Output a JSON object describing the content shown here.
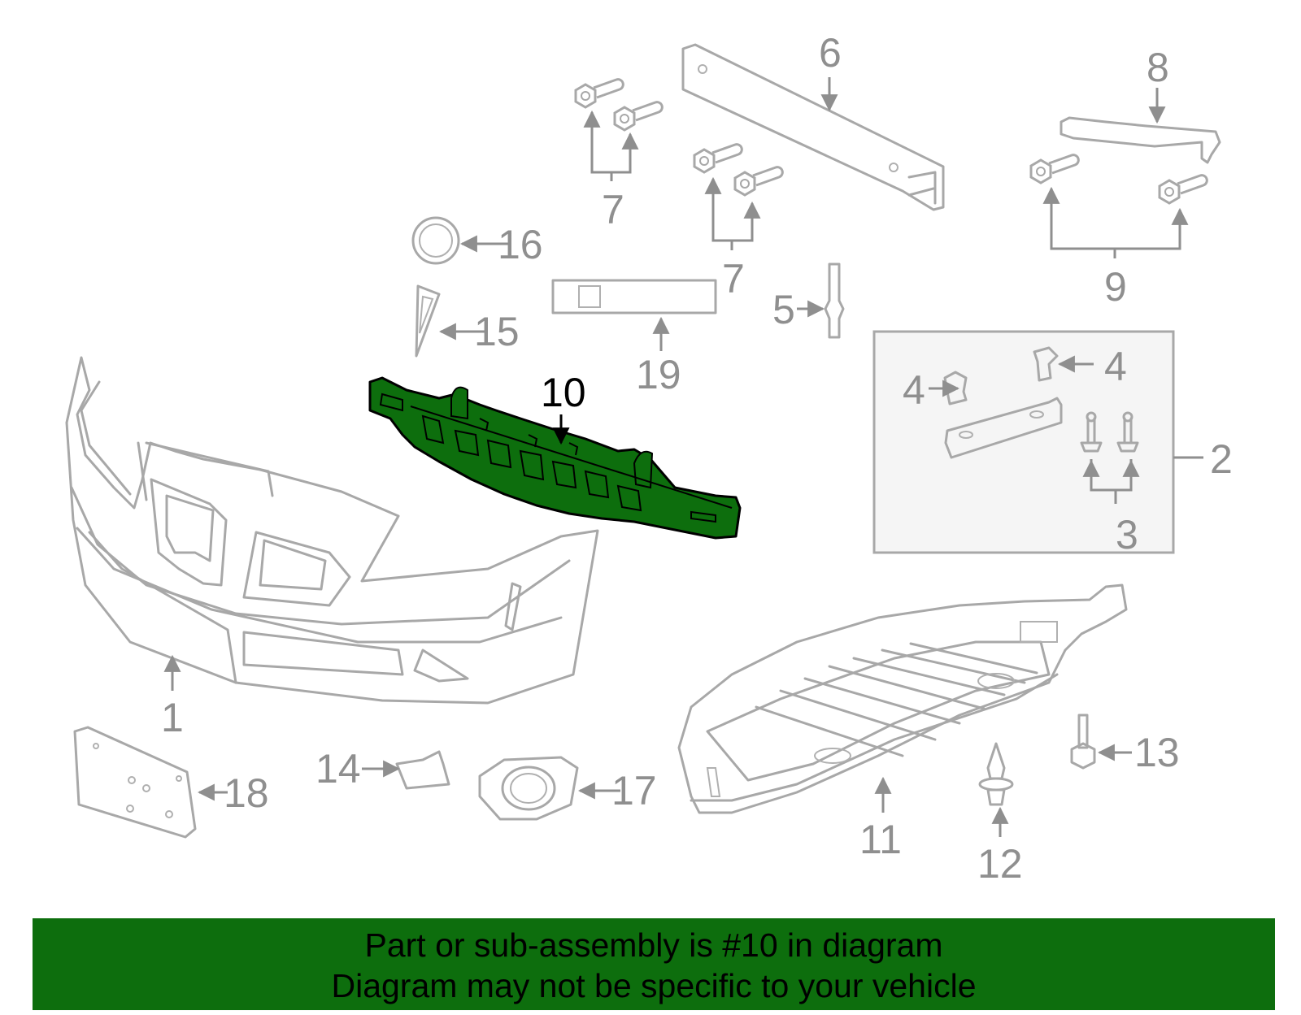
{
  "callouts": {
    "c1": "1",
    "c2": "2",
    "c3": "3",
    "c4a": "4",
    "c4b": "4",
    "c5": "5",
    "c6": "6",
    "c7a": "7",
    "c7b": "7",
    "c8": "8",
    "c9": "9",
    "c10": "10",
    "c11": "11",
    "c12": "12",
    "c13": "13",
    "c14": "14",
    "c15": "15",
    "c16": "16",
    "c17": "17",
    "c18": "18",
    "c19": "19"
  },
  "highlight": {
    "part": "10",
    "color": "#0d6e0d"
  },
  "footer": {
    "line1": "Part or sub-assembly is #10 in diagram",
    "line2": "Diagram may not be specific to your vehicle",
    "background": "#0d6e0d"
  }
}
